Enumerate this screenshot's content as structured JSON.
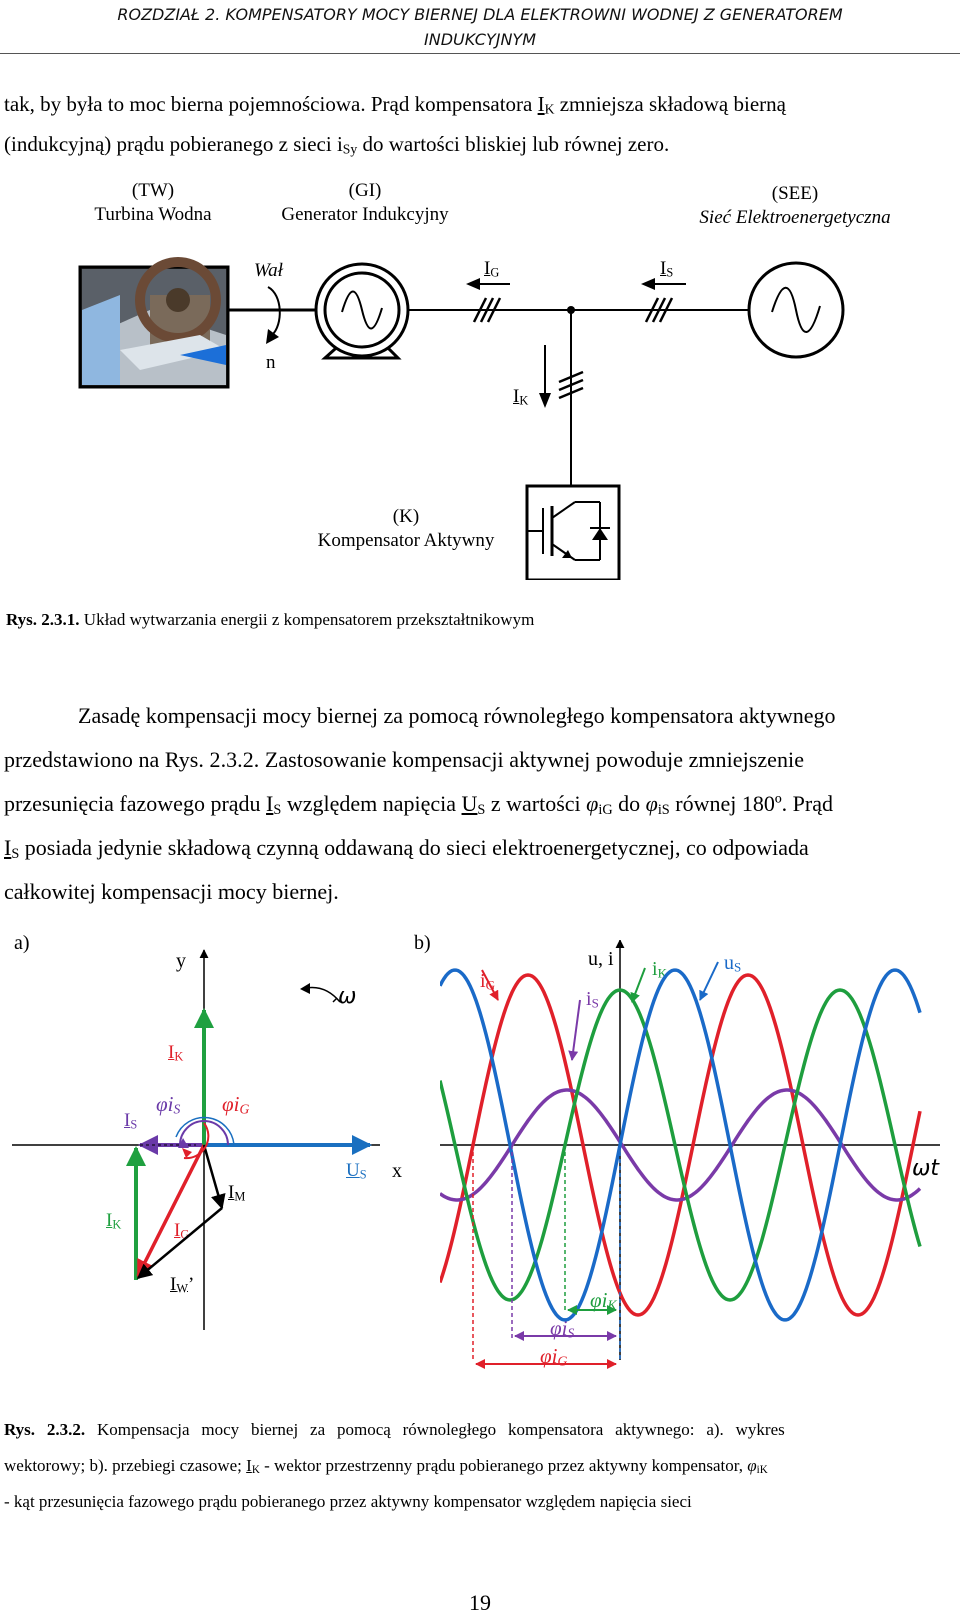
{
  "header": {
    "line1": "ROZDZIAŁ 2. KOMPENSATORY MOCY BIERNEJ DLA ELEKTROWNI WODNEJ Z GENERATOREM",
    "line2": "INDUKCYJNYM"
  },
  "para1": {
    "t1": "tak, by była to moc bierna pojemnościowa. Prąd kompensatora ",
    "ik": "I",
    "ik_sub": "K",
    "t2": " zmniejsza składową bierną",
    "t3": "(indukcyjną) prądu pobieranego z sieci i",
    "isy_sub": "Sy",
    "t4": " do wartości bliskiej lub równej zero."
  },
  "fig1": {
    "tw_code": "(TW)",
    "tw_name": "Turbina Wodna",
    "gi_code": "(GI)",
    "gi_name": "Generator Indukcyjny",
    "see_code": "(SEE)",
    "see_name": "Sieć Elektroenergetyczna",
    "wal": "Wał",
    "n": "n",
    "ig": "I",
    "ig_sub": "G",
    "is": "I",
    "is_sub": "S",
    "ik": "I",
    "ik_sub": "K",
    "k_code": "(K)",
    "k_name": "Kompensator Aktywny",
    "caption_num": "Rys. 2.3.1.",
    "caption_text": " Układ wytwarzania energii z kompensatorem przekształtnikowym"
  },
  "para2": {
    "l1": "Zasadę kompensacji mocy biernej za pomocą równoległego kompensatora aktywnego",
    "l2": "przedstawiono na Rys. 2.3.2. Zastosowanie kompensacji aktywnej powoduje zmniejszenie",
    "l3a": "przesunięcia fazowego prądu ",
    "l3_is": "I",
    "l3_is_sub": "S",
    "l3b": " względem napięcia ",
    "l3_us": "U",
    "l3_us_sub": "S",
    "l3c": " z wartości ",
    "l3_phi1": "φ",
    "l3_phi1_sub": "iG",
    "l3d": " do ",
    "l3_phi2": "φ",
    "l3_phi2_sub": "iS",
    "l3e": " równej 180º. Prąd",
    "l4_is": "I",
    "l4_is_sub": "S",
    "l4a": " posiada jedynie składową czynną oddawaną do sieci elektroenergetycznej, co odpowiada",
    "l5": "całkowitej kompensacji mocy biernej."
  },
  "fig2a": {
    "panel": "a)",
    "y": "y",
    "x": "x",
    "omega": "ω",
    "ik_top": "I",
    "ik_top_sub": "K",
    "is": "I",
    "is_sub": "S",
    "phi_is": "φi",
    "phi_is_sub": "S",
    "phi_ig": "φi",
    "phi_ig_sub": "G",
    "us": "U",
    "us_sub": "S",
    "im": "I",
    "im_sub": "M",
    "ik_low": "I",
    "ik_low_sub": "K",
    "ig": "I",
    "ig_sub": "G",
    "iw": "I",
    "iw_sub": "W",
    "iw_prime": "’"
  },
  "fig2b": {
    "panel": "b)",
    "ui": "u, i",
    "ig": "i",
    "ig_sub": "G",
    "is": "i",
    "is_sub": "S",
    "ik": "i",
    "ik_sub": "K",
    "us": "u",
    "us_sub": "S",
    "wt": "ωt",
    "phi_ik": "φi",
    "phi_ik_sub": "K",
    "phi_is": "φi",
    "phi_is_sub": "S",
    "phi_ig": "φi",
    "phi_ig_sub": "G"
  },
  "caption2": {
    "num": "Rys. 2.3.2.",
    "t1": " Kompensacja mocy biernej za pomocą równoległego kompensatora aktywnego: a). wykres",
    "t2a": "wektorowy; b). przebiegi czasowe; ",
    "ik": "I",
    "ik_sub": "K",
    "t2b": " - wektor przestrzenny prądu pobieranego przez aktywny kompensator, ",
    "phi": "φ",
    "phi_sub": "iK",
    "t3": "- kąt przesunięcia fazowego prądu pobieranego przez aktywny kompensator względem napięcia sieci"
  },
  "page_number": "19",
  "colors": {
    "green": "#1fa040",
    "red": "#e0202a",
    "blue": "#1a6fc0",
    "purple": "#6a3aa8",
    "ig_wave": "#e0202a",
    "is_wave": "#7a3aa8",
    "ik_wave": "#1e9e3e",
    "us_wave": "#1a6ac8"
  }
}
